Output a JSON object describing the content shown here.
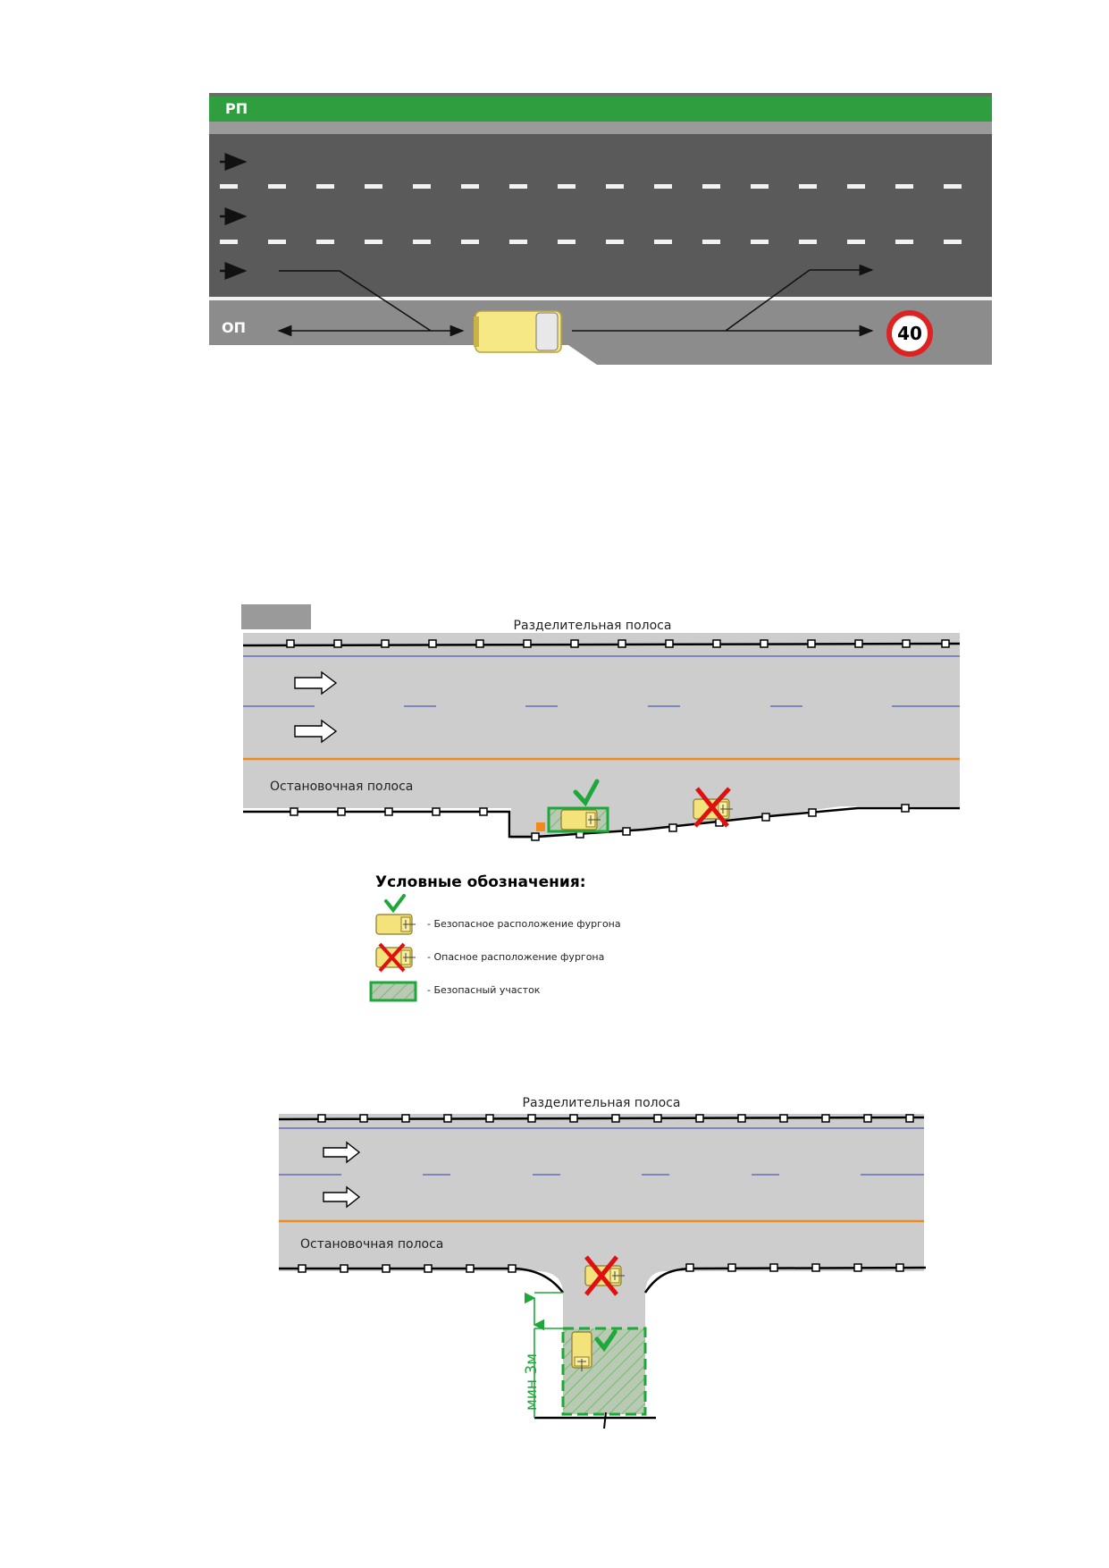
{
  "diagram1": {
    "divider_label": "РП",
    "shoulder_label": "ОП",
    "speed_limit": "40",
    "colors": {
      "asphalt": "#5a5a5a",
      "shoulder": "#8c8c8c",
      "divider": "#2e9e3e"
    }
  },
  "diagram2": {
    "divider_label": "Разделительная полоса",
    "shoulder_label": "Остановочная полоса"
  },
  "legend": {
    "title": "Условные обозначения:",
    "items": [
      {
        "icon": "van-check-icon",
        "text": "- Безопасное расположение фургона"
      },
      {
        "icon": "van-cross-icon",
        "text": "- Опасное расположение фургона"
      },
      {
        "icon": "safe-zone-icon",
        "text": "- Безопасный участок"
      }
    ]
  },
  "diagram3": {
    "divider_label": "Разделительная полоса",
    "shoulder_label": "Остановочная полоса",
    "dimension_label": "мин 3м"
  },
  "colors": {
    "safe": "#1fa83a",
    "danger": "#e01010",
    "van": "#f4e27a",
    "edge_line": "#f08a1a",
    "lane_line": "#2e3ab0"
  }
}
